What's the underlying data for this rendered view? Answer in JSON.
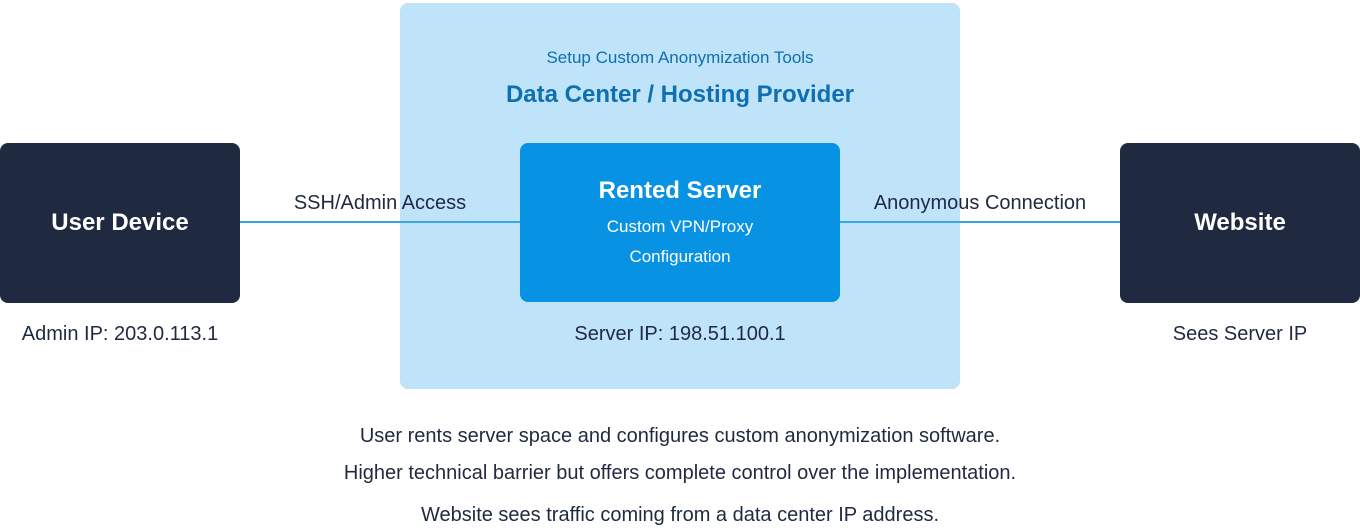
{
  "panel": {
    "subtitle": "Setup Custom Anonymization Tools",
    "title": "Data Center / Hosting Provider"
  },
  "nodes": {
    "user_device": {
      "label": "User Device",
      "caption": "Admin IP: 203.0.113.1"
    },
    "server": {
      "label": "Rented Server",
      "line1": "Custom VPN/Proxy",
      "line2": "Configuration",
      "caption": "Server IP: 198.51.100.1"
    },
    "website": {
      "label": "Website",
      "caption": "Sees Server IP"
    }
  },
  "links": {
    "left": "SSH/Admin Access",
    "right": "Anonymous Connection"
  },
  "notes": [
    "User rents server space and configures custom anonymization software.",
    "Higher technical barrier but offers complete control over the implementation.",
    "Website sees traffic coming from a data center IP address."
  ],
  "colors": {
    "panel": "#bfe3f8",
    "accent": "#0f6fb0",
    "server": "#0892e3",
    "node": "#1f2940",
    "connector": "#3aa5e3"
  }
}
